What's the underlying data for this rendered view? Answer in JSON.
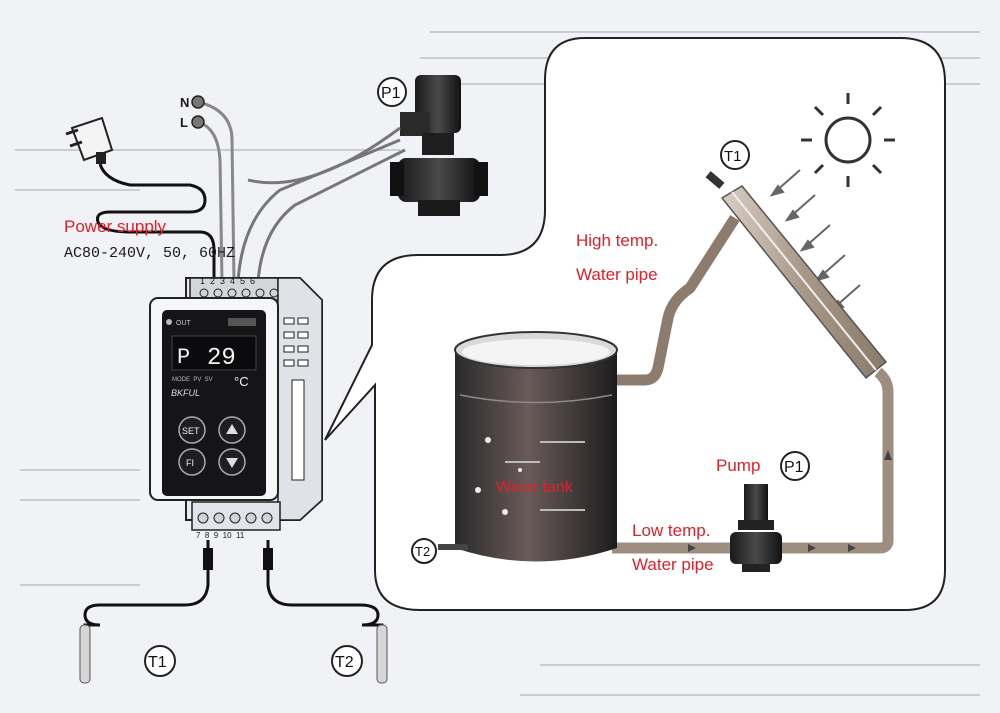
{
  "power": {
    "title": "Power supply",
    "spec": "AC80-240V, 50, 60HZ",
    "neutral": "N",
    "live": "L"
  },
  "controller": {
    "out_label": "OUT",
    "display_mode": "P",
    "display_value": "29",
    "unit": "°C",
    "mode_labels": "MODE  PV  SV",
    "brand": "BKFUL",
    "set_button": "SET",
    "fi_button": "FI",
    "top_terminals": "1  2  3  4  5  6",
    "bottom_terminals": "7  8  9  10  11"
  },
  "sensors": {
    "t1": "T1",
    "t2": "T2"
  },
  "pump": {
    "p1": "P1",
    "pump_label": "Pump"
  },
  "system": {
    "high_temp_line1": "High temp.",
    "high_temp_line2": "Water pipe",
    "low_temp_line1": "Low temp.",
    "low_temp_line2": "Water pipe",
    "tank": "Water tank"
  },
  "colors": {
    "accent_red": "#e0202a",
    "panel_bg": "#ffffff",
    "device_body": "#eef0f3",
    "lcd": "#0e0e10"
  }
}
